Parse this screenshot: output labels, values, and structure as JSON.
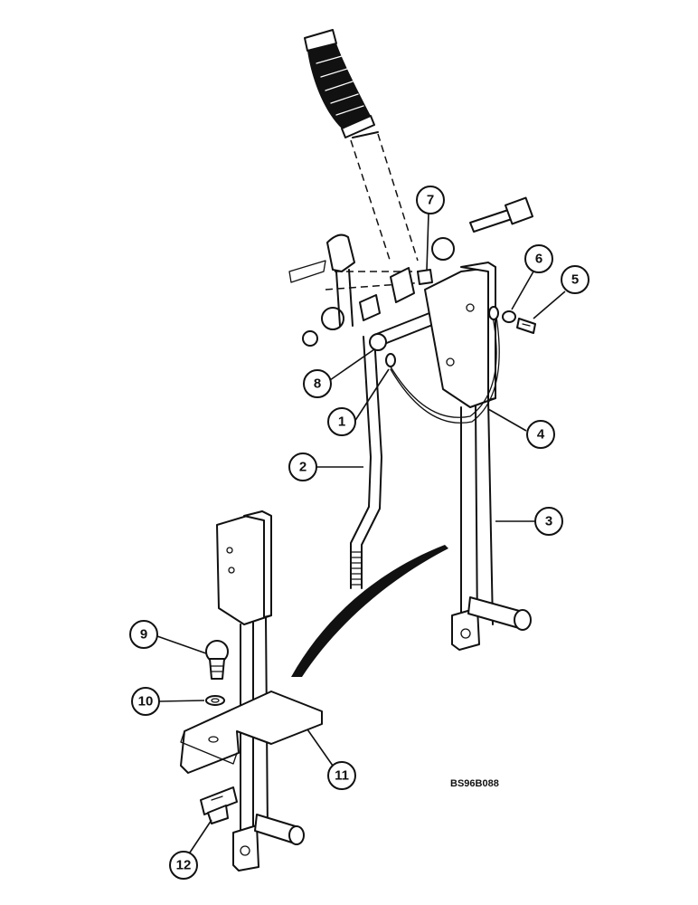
{
  "callouts": {
    "c1": "1",
    "c2": "2",
    "c3": "3",
    "c4": "4",
    "c5": "5",
    "c6": "6",
    "c7": "7",
    "c8": "8",
    "c9": "9",
    "c10": "10",
    "c11": "11",
    "c12": "12"
  },
  "drawing_code": "BS96B088"
}
